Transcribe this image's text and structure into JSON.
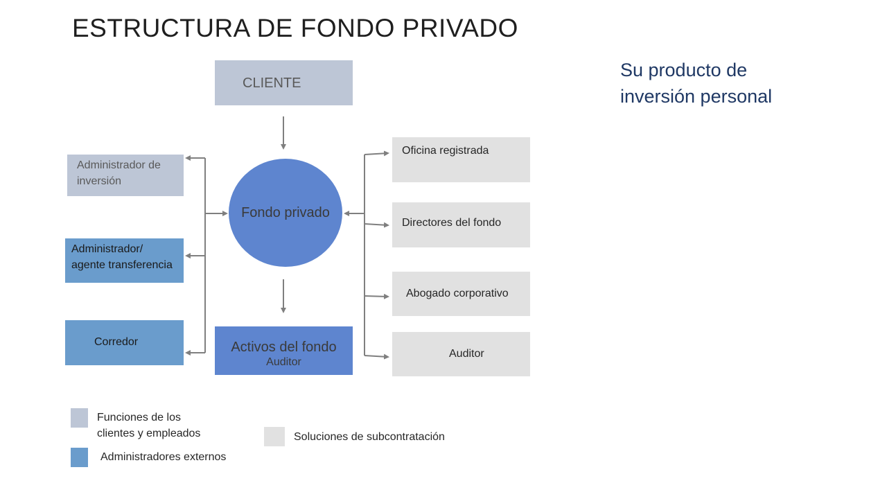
{
  "title": "ESTRUCTURA  DE FONDO PRIVADO",
  "subtitle_line1": "Su producto de",
  "subtitle_line2": "inversión personal",
  "nodes": {
    "cliente": "CLIENTE",
    "fondo_privado": "Fondo privado",
    "administrador_inversion_line1": "Administrador de",
    "administrador_inversion_line2": "inversión",
    "administrador_agente_line1": "Administrador/",
    "administrador_agente_line2": "agente transferencia",
    "corredor": "Corredor",
    "activos_main": "Activos del fondo",
    "activos_sub": "Auditor",
    "oficina_registrada": "Oficina registrada",
    "directores_fondo": "Directores del fondo",
    "abogado_corporativo": "Abogado corporativo",
    "auditor": "Auditor"
  },
  "legend": {
    "funciones_line1": "Funciones de los",
    "funciones_line2": "clientes y empleados",
    "administradores_externos": "Administradores externos",
    "soluciones_subcontratacion": "Soluciones de subcontratación"
  },
  "colors": {
    "client_employee": "#bdc6d6",
    "external_admin": "#6a9ccc",
    "outsourcing": "#e1e1e1",
    "fund": "#5e85cf",
    "subtitle": "#1f3864",
    "connector": "#7f7f7f"
  }
}
